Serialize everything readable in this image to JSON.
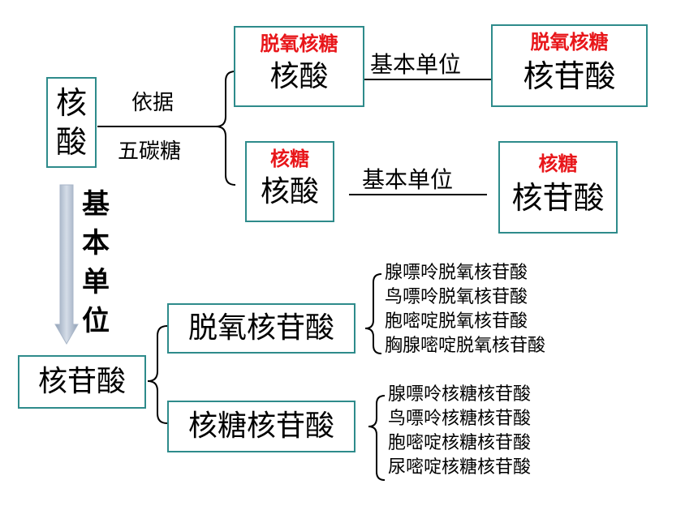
{
  "root": {
    "char1": "核",
    "char2": "酸"
  },
  "basis": {
    "line1": "依据",
    "line2": "五碳糖"
  },
  "branch_top": {
    "left_tag": "脱氧核糖",
    "left_name": "核酸",
    "link": "基本单位",
    "right_tag": "脱氧核糖",
    "right_name": "核苷酸"
  },
  "branch_bottom": {
    "left_tag": "核糖",
    "left_name": "核酸",
    "link": "基本单位",
    "right_tag": "核糖",
    "right_name": "核苷酸"
  },
  "unit_arrow": {
    "chars": [
      "基",
      "本",
      "单",
      "位"
    ]
  },
  "nucleotide": {
    "label": "核苷酸"
  },
  "deoxy_group": {
    "label": "脱氧核苷酸",
    "items": [
      "腺嘌呤脱氧核苷酸",
      "鸟嘌呤脱氧核苷酸",
      "胞嘧啶脱氧核苷酸",
      "胸腺嘧啶脱氧核苷酸"
    ]
  },
  "ribo_group": {
    "label": "核糖核苷酸",
    "items": [
      "腺嘌呤核糖核苷酸",
      "鸟嘌呤核糖核苷酸",
      "胞嘧啶核糖核苷酸",
      "尿嘧啶核糖核苷酸"
    ]
  },
  "colors": {
    "border": "#2e8b8b",
    "tag": "#e8161a",
    "arrow": "#a9b6c8"
  }
}
